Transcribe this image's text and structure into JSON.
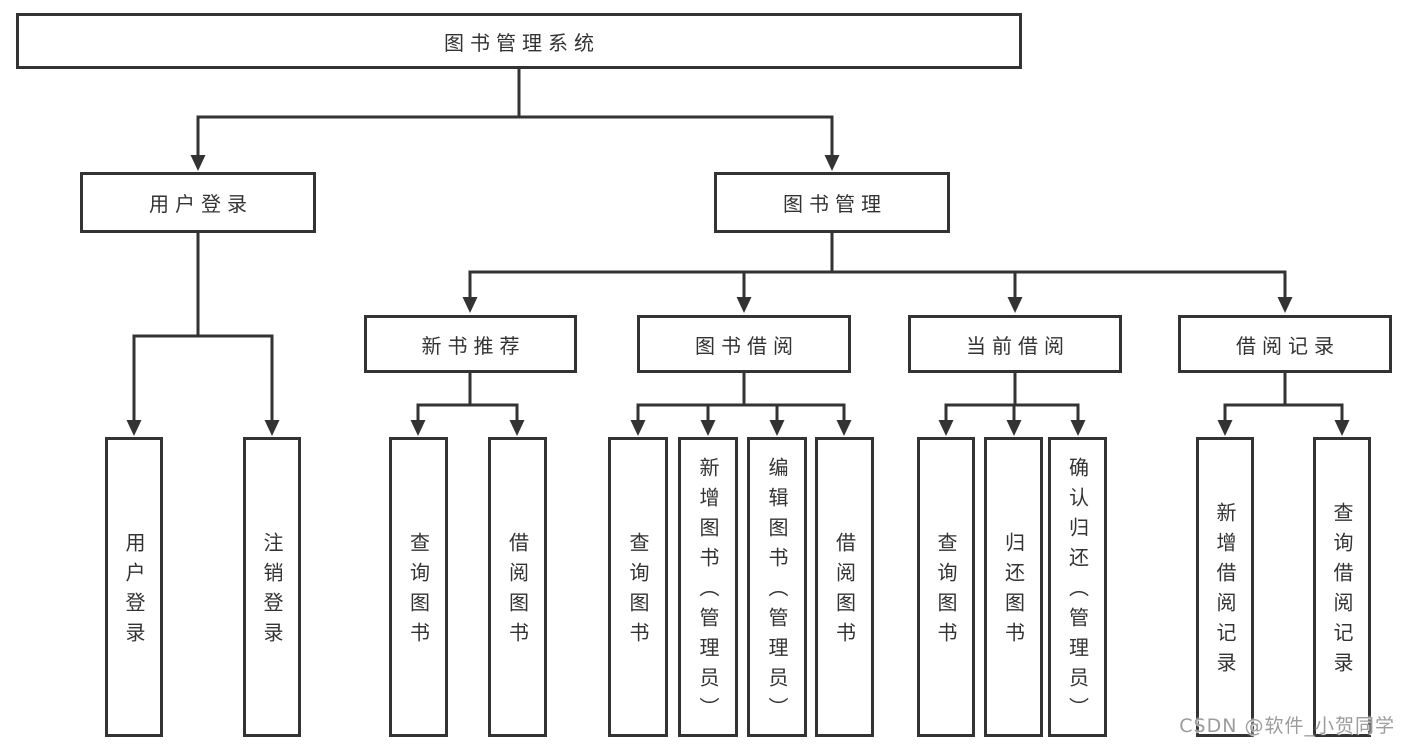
{
  "root": {
    "label": "图书管理系统"
  },
  "branches": [
    {
      "label": "用户登录",
      "children": [
        {
          "label": "用户登录"
        },
        {
          "label": "注销登录"
        }
      ]
    },
    {
      "label": "图书管理",
      "children": [
        {
          "label": "新书推荐",
          "children": [
            {
              "label": "查询图书"
            },
            {
              "label": "借阅图书"
            }
          ]
        },
        {
          "label": "图书借阅",
          "children": [
            {
              "label": "查询图书"
            },
            {
              "label": "新增图书（管理员）"
            },
            {
              "label": "编辑图书（管理员）"
            },
            {
              "label": "借阅图书"
            }
          ]
        },
        {
          "label": "当前借阅",
          "children": [
            {
              "label": "查询图书"
            },
            {
              "label": "归还图书"
            },
            {
              "label": "确认归还（管理员）"
            }
          ]
        },
        {
          "label": "借阅记录",
          "children": [
            {
              "label": "新增借阅记录"
            },
            {
              "label": "查询借阅记录"
            }
          ]
        }
      ]
    }
  ],
  "watermark": "CSDN @软件_小贺同学",
  "colors": {
    "line": "#333333",
    "text": "#333333",
    "watermark": "#9c9c9c",
    "background": "#ffffff"
  }
}
